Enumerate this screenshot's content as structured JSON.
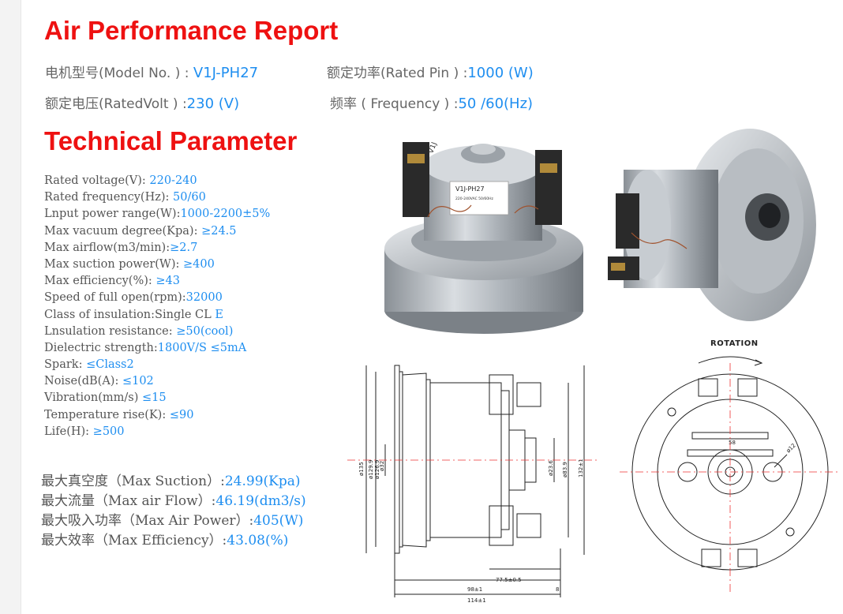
{
  "titles": {
    "report": "Air Performance Report",
    "technical": "Technical Parameter"
  },
  "specs": {
    "model": {
      "label": "电机型号(Model No. ) : ",
      "value": "V1J-PH27"
    },
    "rated_pin": {
      "label": "额定功率(Rated Pin ) :",
      "value": "1000 (W)"
    },
    "rated_volt": {
      "label": "额定电压(RatedVolt ) :",
      "value": "230 (V)"
    },
    "frequency": {
      "label": "频率 ( Frequency ) :",
      "value": "50 /60(Hz)"
    }
  },
  "parameters": [
    {
      "label": "Rated voltage(V): ",
      "value": " 220-240"
    },
    {
      "label": "Rated frequency(Hz): ",
      "value": "50/60"
    },
    {
      "label": "Lnput power range(W):",
      "value": "1000-2200±5%"
    },
    {
      "label": "Max vacuum degree(Kpa): ",
      "value": "≥24.5"
    },
    {
      "label": "Max airflow(m3/min):",
      "value": "≥2.7"
    },
    {
      "label": "Max suction power(W): ",
      "value": "≥400"
    },
    {
      "label": "Max efficiency(%): ",
      "value": "≥43"
    },
    {
      "label": "Speed of full open(rpm):",
      "value": "32000"
    },
    {
      "label": "Class of insulation:Single CL ",
      "value": "E"
    },
    {
      "label": "Lnsulation resistance: ",
      "value": "≥50(cool)"
    },
    {
      "label": "Dielectric strength:",
      "value": "1800V/S ≤5mA"
    },
    {
      "label": "Spark: ",
      "value": "≤Class2"
    },
    {
      "label": "Noise(dB(A): ",
      "value": "≤102"
    },
    {
      "label": "Vibration(mm/s) ",
      "value": "≤15"
    },
    {
      "label": "Temperature rise(K): ",
      "value": "≤90"
    },
    {
      "label": "Life(H): ",
      "value": "≥500"
    }
  ],
  "performance": [
    {
      "label": "最大真空度（Max Suction）:",
      "value": "24.99(Kpa)"
    },
    {
      "label": "最大流量（Max air Flow）:",
      "value": "46.19(dm3/s)"
    },
    {
      "label": "最大吸入功率（Max Air Power）:",
      "value": "405(W)"
    },
    {
      "label": "最大效率（Max Efficiency）:",
      "value": "43.08(%)"
    }
  ],
  "photo_label": {
    "model": "V1J-PH27",
    "rating": "220-240VAC 50/60Hz",
    "side_mark": "V1J"
  },
  "drawing": {
    "rotation": "ROTATION",
    "dim_135": "ø135",
    "dim_129": "ø129.9",
    "dim_126": "ø126.9",
    "dim_32": "ø32",
    "dim_236": "ø23.6",
    "dim_839": "ø83.9",
    "dim_132": "132±1",
    "dim_77": "77.5±0.5",
    "dim_98": "98±1",
    "dim_114": "114±1",
    "dim_8": "8",
    "dim_58": "58",
    "dim_12": "ø12"
  },
  "colors": {
    "title": "#ee1111",
    "accent": "#1e8ef0",
    "label": "#555555"
  }
}
